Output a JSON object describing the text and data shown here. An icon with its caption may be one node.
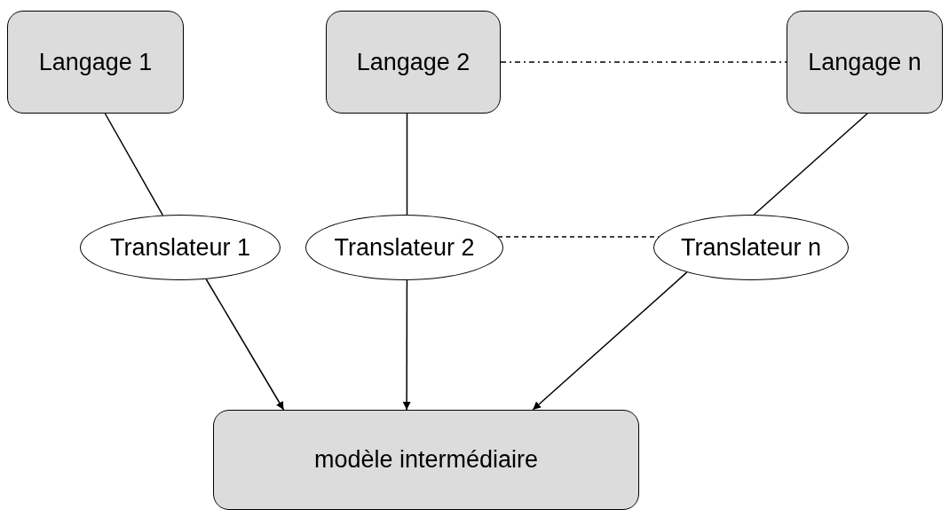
{
  "diagram": {
    "nodes": [
      {
        "text": [
          "Langage 1"
        ]
      },
      {
        "text": [
          "Langage 2"
        ]
      },
      {
        "text": [
          "Langage n"
        ]
      },
      {
        "text": [
          "Translateur 1"
        ]
      },
      {
        "text": [
          "Translateur 2"
        ]
      },
      {
        "text": [
          "Translateur n"
        ]
      },
      {
        "text": [
          "modèle intermédiaire"
        ]
      }
    ],
    "edges": [
      {
        "from": 0,
        "to": 3,
        "arrow": "none"
      },
      {
        "from": 1,
        "to": 4,
        "arrow": "none"
      },
      {
        "from": 2,
        "to": 5,
        "arrow": "none"
      },
      {
        "from": 1,
        "to": 2,
        "arrow": "none",
        "style": "dashed"
      },
      {
        "from": 4,
        "to": 5,
        "arrow": "none",
        "style": "dashed"
      },
      {
        "from": 3,
        "to": 6,
        "arrow": "to"
      },
      {
        "from": 4,
        "to": 6,
        "arrow": "to"
      },
      {
        "from": 5,
        "to": 6,
        "arrow": "to"
      }
    ]
  }
}
